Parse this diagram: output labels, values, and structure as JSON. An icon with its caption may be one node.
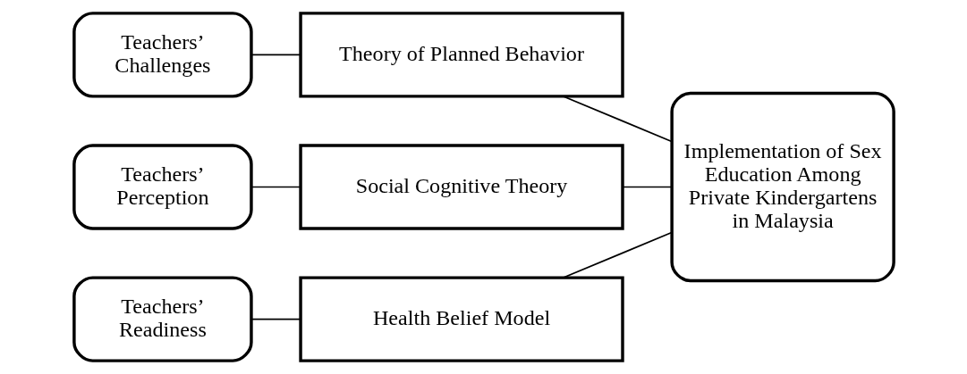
{
  "diagram": {
    "nodes": [
      {
        "text": [
          "Teachers’ Challenges"
        ]
      },
      {
        "text": [
          "Theory of Planned Behavior"
        ]
      },
      {
        "text": [
          "Teachers’ Perception"
        ]
      },
      {
        "text": [
          "Social Cognitive Theory"
        ]
      },
      {
        "text": [
          "Teachers’ Readiness"
        ]
      },
      {
        "text": [
          "Health Belief Model"
        ]
      },
      {
        "text": [
          "Implementation of Sex Education Among Private Kindergartens in Malaysia"
        ]
      }
    ],
    "edges": [
      {
        "from": 0,
        "to": 1,
        "arrow": "none"
      },
      {
        "from": 2,
        "to": 3,
        "arrow": "none"
      },
      {
        "from": 4,
        "to": 5,
        "arrow": "none"
      },
      {
        "from": 1,
        "to": 6,
        "arrow": "none"
      },
      {
        "from": 3,
        "to": 6,
        "arrow": "none"
      },
      {
        "from": 5,
        "to": 6,
        "arrow": "none"
      }
    ]
  }
}
